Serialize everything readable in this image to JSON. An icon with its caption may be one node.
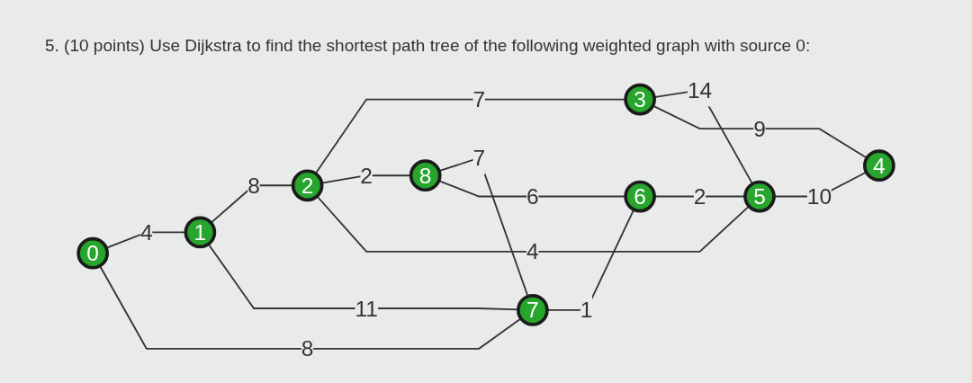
{
  "diagram": {
    "title": "5. (10 points) Use Dijkstra to find the shortest path tree of the following weighted graph with source 0:",
    "nodes": [
      {
        "text": [
          "0"
        ]
      },
      {
        "text": [
          "1"
        ]
      },
      {
        "text": [
          "2"
        ]
      },
      {
        "text": [
          "3"
        ]
      },
      {
        "text": [
          "4"
        ]
      },
      {
        "text": [
          "5"
        ]
      },
      {
        "text": [
          "6"
        ]
      },
      {
        "text": [
          "7"
        ]
      },
      {
        "text": [
          "8"
        ]
      }
    ],
    "edges": [
      {
        "from": 0,
        "to": 1,
        "arrow": "none",
        "label": "4"
      },
      {
        "from": 0,
        "to": 7,
        "arrow": "none",
        "label": "8"
      },
      {
        "from": 1,
        "to": 2,
        "arrow": "none",
        "label": "8"
      },
      {
        "from": 1,
        "to": 7,
        "arrow": "none",
        "label": "11"
      },
      {
        "from": 2,
        "to": 3,
        "arrow": "none",
        "label": "7"
      },
      {
        "from": 2,
        "to": 8,
        "arrow": "none",
        "label": "2"
      },
      {
        "from": 2,
        "to": 5,
        "arrow": "none",
        "label": "4"
      },
      {
        "from": 8,
        "to": 7,
        "arrow": "none",
        "label": "7"
      },
      {
        "from": 8,
        "to": 6,
        "arrow": "none",
        "label": "6"
      },
      {
        "from": 7,
        "to": 6,
        "arrow": "none",
        "label": "1"
      },
      {
        "from": 6,
        "to": 5,
        "arrow": "none",
        "label": "2"
      },
      {
        "from": 3,
        "to": 5,
        "arrow": "none",
        "label": "14"
      },
      {
        "from": 3,
        "to": 4,
        "arrow": "none",
        "label": "9"
      },
      {
        "from": 5,
        "to": 4,
        "arrow": "none",
        "label": "10"
      }
    ]
  }
}
